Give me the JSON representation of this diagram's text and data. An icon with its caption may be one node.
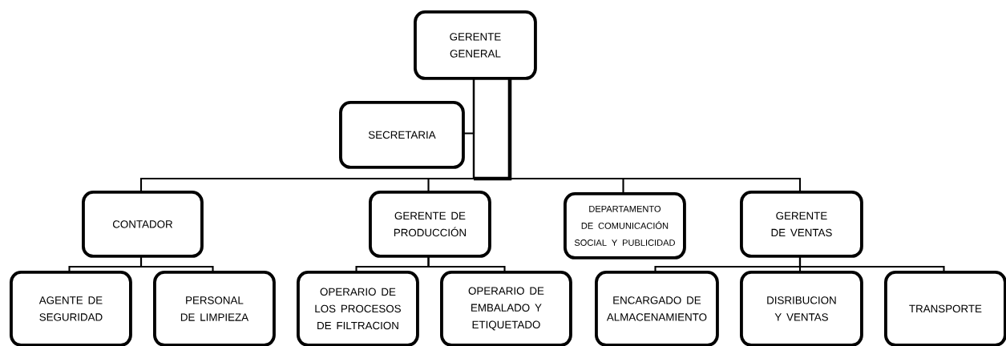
{
  "diagram": {
    "nodes": [
      {
        "text": [
          "GERENTE GENERAL"
        ]
      },
      {
        "text": [
          "SECRETARIA"
        ]
      },
      {
        "text": [
          "CONTADOR"
        ]
      },
      {
        "text": [
          "GERENTE DE PRODUCCIÓN"
        ]
      },
      {
        "text": [
          "DEPARTAMENTO DE COMUNICACIÓN SOCIAL Y PUBLICIDAD"
        ]
      },
      {
        "text": [
          "GERENTE DE VENTAS"
        ]
      },
      {
        "text": [
          "AGENTE DE SEGURIDAD"
        ]
      },
      {
        "text": [
          "PERSONAL DE LIMPIEZA"
        ]
      },
      {
        "text": [
          "OPERARIO DE LOS PROCESOS DE FILTRACION"
        ]
      },
      {
        "text": [
          "OPERARIO DE EMBALADO Y ETIQUETADO"
        ]
      },
      {
        "text": [
          "ENCARGADO DE ALMACENAMIENTO"
        ]
      },
      {
        "text": [
          "DISRIBUCION Y VENTAS"
        ]
      },
      {
        "text": [
          "TRANSPORTE"
        ]
      }
    ],
    "edges": [
      {
        "from": 0,
        "to": 1,
        "arrow": "none"
      },
      {
        "from": 0,
        "to": 2,
        "arrow": "none"
      },
      {
        "from": 0,
        "to": 3,
        "arrow": "none"
      },
      {
        "from": 0,
        "to": 4,
        "arrow": "none"
      },
      {
        "from": 0,
        "to": 5,
        "arrow": "none"
      },
      {
        "from": 2,
        "to": 6,
        "arrow": "none"
      },
      {
        "from": 2,
        "to": 7,
        "arrow": "none"
      },
      {
        "from": 3,
        "to": 8,
        "arrow": "none"
      },
      {
        "from": 3,
        "to": 9,
        "arrow": "none"
      },
      {
        "from": 5,
        "to": 10,
        "arrow": "none"
      },
      {
        "from": 5,
        "to": 11,
        "arrow": "none"
      },
      {
        "from": 5,
        "to": 12,
        "arrow": "none"
      }
    ]
  }
}
